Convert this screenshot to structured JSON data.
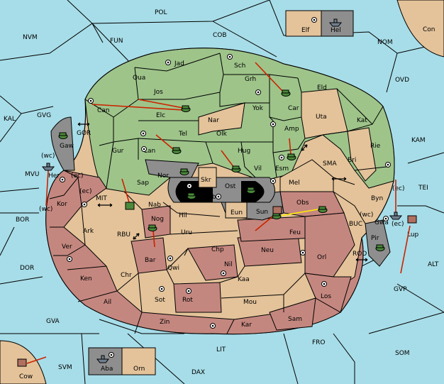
{
  "colors": {
    "sea": "#a7dde8",
    "green": "#9ec48a",
    "tan": "#e4c39a",
    "rose": "#c4877f",
    "gray": "#8e8e8e",
    "black": "#000000",
    "arrow": "#cc2200",
    "support": "#ffee00",
    "unit_green": "#4a8a3a",
    "unit_gray": "#6f7f8f",
    "unit_rose": "#b07060"
  },
  "seas": {
    "pol": "POL",
    "nvm": "NVM",
    "fun": "FUN",
    "cob": "COB",
    "nom": "NOM",
    "ovd": "OVD",
    "kal": "KAL",
    "gvg": "GVG",
    "kam": "KAM",
    "gor": "GOR",
    "sma": "SMA",
    "mvu": "MVU",
    "mit": "MIT",
    "tei": "TEI",
    "bor": "BOR",
    "rbu": "RBU",
    "buc": "BUC",
    "rod": "ROD",
    "dor": "DOR",
    "alt": "ALT",
    "gvp": "GVP",
    "gva": "GVA",
    "fro": "FRO",
    "som": "SOM",
    "svm": "SVM",
    "lit": "LIT",
    "dax": "DAX"
  },
  "provinces": {
    "jad": "Jad",
    "sch": "Sch",
    "qua": "Qua",
    "jos": "Jos",
    "grh": "Grh",
    "eld": "Eld",
    "can": "Can",
    "elc": "Elc",
    "car": "Car",
    "yok": "Yok",
    "nar": "Nar",
    "uta": "Uta",
    "kat": "Kat",
    "tel": "Tel",
    "olk": "Olk",
    "amp": "Amp",
    "gur": "Gur",
    "lan": "Lan",
    "hug": "Hug",
    "esm": "Esm",
    "rie": "Rie",
    "bri": "Bri",
    "gaw": "Gaw",
    "her": "Her",
    "nor": "Nor",
    "vil": "Vil",
    "skr": "Skr",
    "ost": "Ost",
    "sap": "Sap",
    "web": "Web",
    "mel": "Mel",
    "byn": "Byn",
    "kor": "Kor",
    "nab": "Nab",
    "eun": "Eun",
    "sun": "Sun",
    "obs": "Obs",
    "hil": "Hil",
    "gwa": "Gwa",
    "ark": "Ark",
    "nog": "Nog",
    "uru": "Uru",
    "feu": "Feu",
    "pir": "Pir",
    "ver": "Ver",
    "chp": "Chp",
    "neu": "Neu",
    "orl": "Orl",
    "bar": "Bar",
    "qwi": "Qwi",
    "nil": "Nil",
    "ken": "Ken",
    "chr": "Chr",
    "kaa": "Kaa",
    "los": "Los",
    "ail": "Ail",
    "sot": "Sot",
    "rot": "Rot",
    "mou": "Mou",
    "zin": "Zin",
    "kar": "Kar",
    "sam": "Sam",
    "elf": "Elf",
    "hel": "Hel",
    "con": "Con",
    "aba": "Aba",
    "orn": "Orn",
    "cow": "Cow",
    "lup": "Lup"
  },
  "coast_labels": {
    "her_wc": "(wc)",
    "her_ec": "(ec)",
    "kor_wc": "(wc)",
    "nab_ec": "(ec)",
    "byn_ec": "(ec)",
    "gwa_wc": "(wc)",
    "gwa_ec": "(ec)"
  }
}
